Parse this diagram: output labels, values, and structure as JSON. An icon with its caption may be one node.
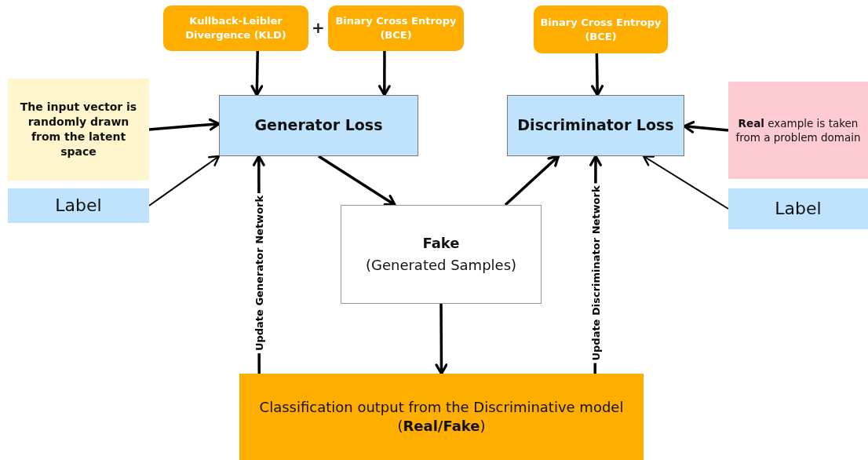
{
  "diagram": {
    "nodes": [
      {
        "text": [
          "Kullback-Leibler Divergence (KLD)"
        ]
      },
      {
        "text": [
          "Binary Cross Entropy (BCE)"
        ]
      },
      {
        "text": [
          "Binary Cross Entropy (BCE)"
        ]
      },
      {
        "text": [
          "The input vector is randomly drawn from the latent space"
        ]
      },
      {
        "text": [
          "Label"
        ]
      },
      {
        "text": [
          "Generator Loss"
        ]
      },
      {
        "text": [
          "Discriminator Loss"
        ]
      },
      {
        "text": [
          "**Real** example is taken from a problem domain"
        ]
      },
      {
        "text": [
          "Label"
        ]
      },
      {
        "text": [
          "Fake",
          "(Generated Samples)"
        ]
      },
      {
        "text": [
          "Classification output from the Discriminative model (**Real/Fake**)"
        ]
      }
    ],
    "edges": [
      {
        "from": 0,
        "to": 5,
        "arrow": "to"
      },
      {
        "from": 1,
        "to": 5,
        "arrow": "to"
      },
      {
        "from": 2,
        "to": 6,
        "arrow": "to"
      },
      {
        "from": 3,
        "to": 5,
        "arrow": "to"
      },
      {
        "from": 4,
        "to": 5,
        "arrow": "to"
      },
      {
        "from": 7,
        "to": 6,
        "arrow": "to"
      },
      {
        "from": 8,
        "to": 6,
        "arrow": "to"
      },
      {
        "from": 5,
        "to": 9,
        "arrow": "to"
      },
      {
        "from": 9,
        "to": 6,
        "arrow": "to"
      },
      {
        "from": 9,
        "to": 10,
        "arrow": "to"
      },
      {
        "from": 10,
        "to": 5,
        "arrow": "to",
        "label": "Update Generator Network"
      },
      {
        "from": 10,
        "to": 6,
        "arrow": "to",
        "label": "Update Discriminator Network"
      }
    ],
    "labels": [
      "+"
    ]
  }
}
